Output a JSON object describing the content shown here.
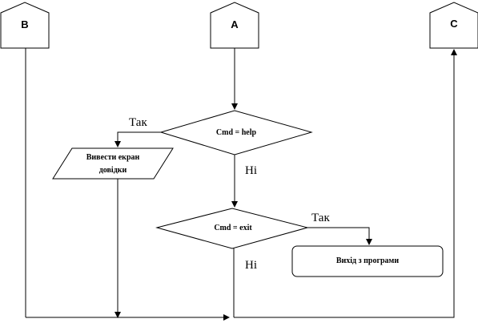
{
  "connectors": {
    "b": "B",
    "a": "A",
    "c": "C"
  },
  "decisions": {
    "help": "Cmd = help",
    "exit": "Cmd = exit"
  },
  "io": {
    "line1": "Вивести екран",
    "line2": "довідки"
  },
  "process": {
    "exit_program": "Вихід з програми"
  },
  "branch_labels": {
    "help_yes": "Так",
    "help_no": "Ні",
    "exit_yes": "Так",
    "exit_no": "Ні"
  }
}
